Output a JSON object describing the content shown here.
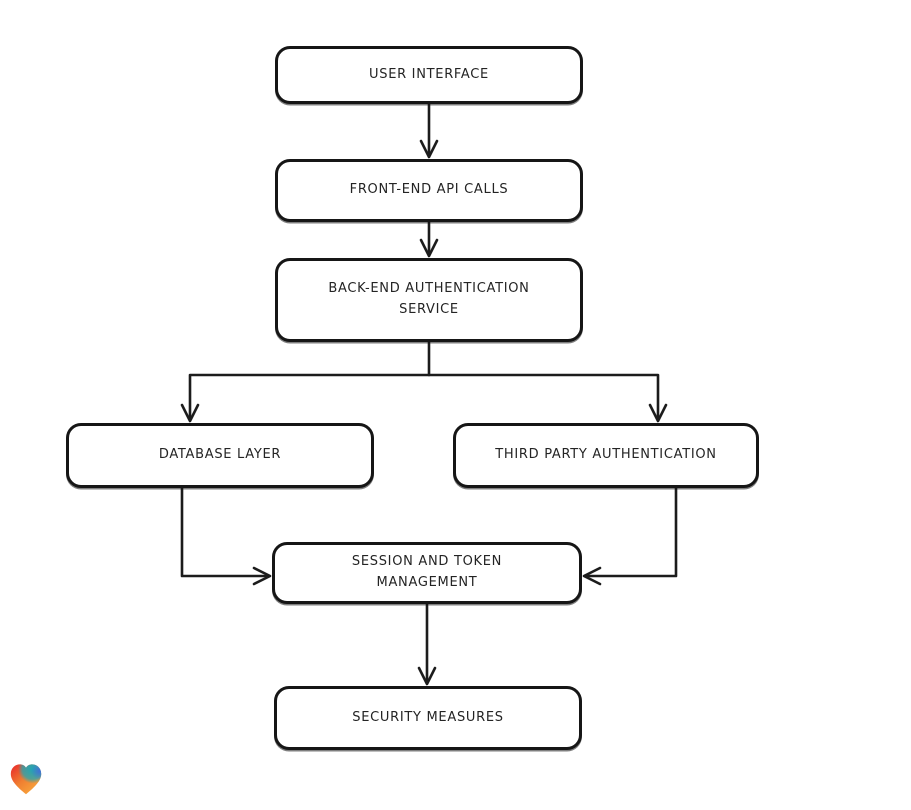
{
  "diagram": {
    "background": "#ffffff",
    "node_fill": "#ffffff",
    "stroke_color": "#1c1c1c",
    "text_color": "#242424",
    "nodes": [
      {
        "id": "user-interface",
        "label": "USER INTERFACE"
      },
      {
        "id": "front-end-api-calls",
        "label": "FRONT-END API CALLS"
      },
      {
        "id": "back-end-authentication-service",
        "label": "BACK-END AUTHENTICATION SERVICE"
      },
      {
        "id": "database-layer",
        "label": "DATABASE LAYER"
      },
      {
        "id": "third-party-authentication",
        "label": "THIRD PARTY AUTHENTICATION"
      },
      {
        "id": "session-and-token-management",
        "label": "SESSION AND TOKEN MANAGEMENT"
      },
      {
        "id": "security-measures",
        "label": "SECURITY MEASURES"
      }
    ],
    "edges": [
      {
        "from": "user-interface",
        "to": "front-end-api-calls"
      },
      {
        "from": "front-end-api-calls",
        "to": "back-end-authentication-service"
      },
      {
        "from": "back-end-authentication-service",
        "to": "database-layer"
      },
      {
        "from": "back-end-authentication-service",
        "to": "third-party-authentication"
      },
      {
        "from": "database-layer",
        "to": "session-and-token-management"
      },
      {
        "from": "third-party-authentication",
        "to": "session-and-token-management"
      },
      {
        "from": "session-and-token-management",
        "to": "security-measures"
      }
    ]
  },
  "logo": {
    "icon": "heart-logo",
    "colors": [
      "#e8262b",
      "#1fa7b5",
      "#3f6fd8",
      "#f08031",
      "#fbaf3f"
    ]
  }
}
